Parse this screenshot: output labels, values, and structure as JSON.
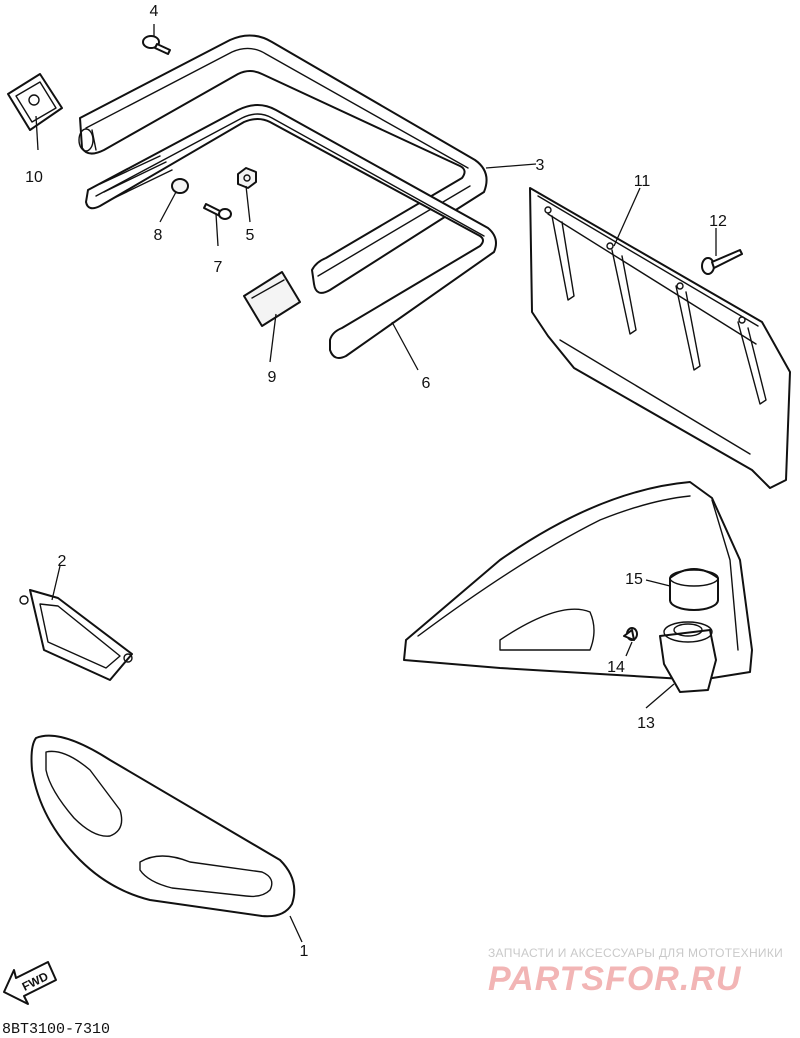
{
  "diagram": {
    "part_code": "8BT3100-7310",
    "fwd_label": "FWD",
    "watermark": {
      "tagline": "ЗАПЧАСТИ И АКСЕССУАРЫ ДЛЯ МОТОТЕХНИКИ",
      "brand": "PARTSFOR.RU"
    },
    "callouts": [
      {
        "id": "1",
        "label": "1"
      },
      {
        "id": "2",
        "label": "2"
      },
      {
        "id": "3",
        "label": "3"
      },
      {
        "id": "4",
        "label": "4"
      },
      {
        "id": "5",
        "label": "5"
      },
      {
        "id": "6",
        "label": "6"
      },
      {
        "id": "7",
        "label": "7"
      },
      {
        "id": "8",
        "label": "8"
      },
      {
        "id": "9",
        "label": "9"
      },
      {
        "id": "10",
        "label": "10"
      },
      {
        "id": "11",
        "label": "11"
      },
      {
        "id": "12",
        "label": "12"
      },
      {
        "id": "13",
        "label": "13"
      },
      {
        "id": "14",
        "label": "14"
      },
      {
        "id": "15",
        "label": "15"
      }
    ]
  }
}
